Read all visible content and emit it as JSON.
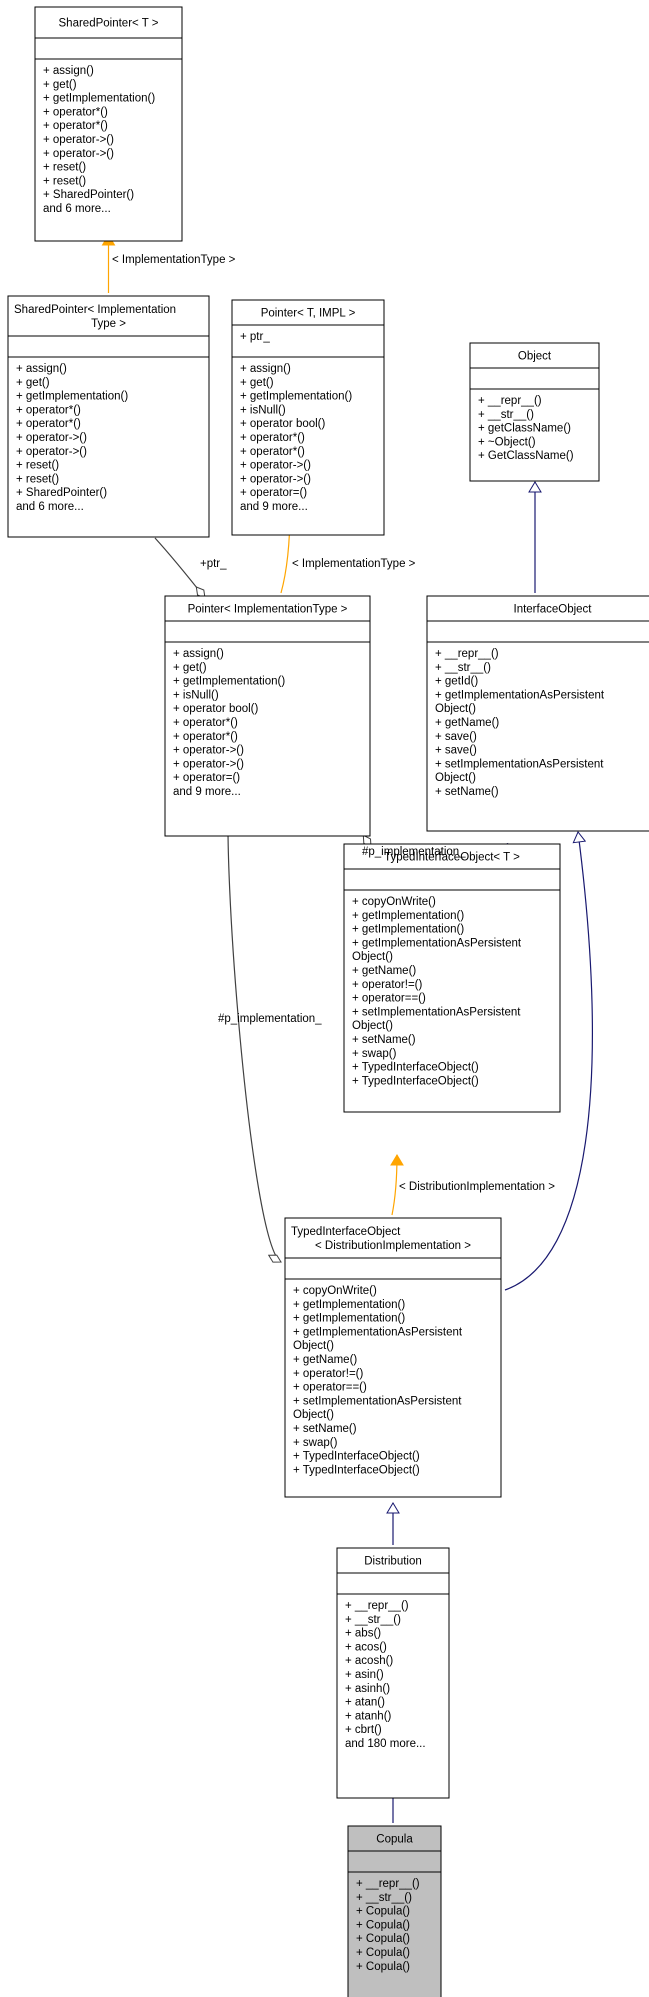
{
  "classes": [
    {
      "id": "sp_t",
      "title": [
        "SharedPointer< T >"
      ],
      "attributes": [],
      "methods": [
        "+ assign()",
        "+ get()",
        "+ getImplementation()",
        "+ operator*()",
        "+ operator*()",
        "+ operator->()",
        "+ operator->()",
        "+ reset()",
        "+ reset()",
        "+ SharedPointer()",
        "and 6 more..."
      ]
    },
    {
      "id": "sp_impl",
      "title": [
        "SharedPointer< Implementation",
        "Type >"
      ],
      "attributes": [],
      "methods": [
        "+ assign()",
        "+ get()",
        "+ getImplementation()",
        "+ operator*()",
        "+ operator*()",
        "+ operator->()",
        "+ operator->()",
        "+ reset()",
        "+ reset()",
        "+ SharedPointer()",
        "and 6 more..."
      ]
    },
    {
      "id": "ptr_t_impl",
      "title": [
        "Pointer< T, IMPL >"
      ],
      "attributes": [
        "+ ptr_"
      ],
      "methods": [
        "+ assign()",
        "+ get()",
        "+ getImplementation()",
        "+ isNull()",
        "+ operator bool()",
        "+ operator*()",
        "+ operator*()",
        "+ operator->()",
        "+ operator->()",
        "+ operator=()",
        "and 9 more..."
      ]
    },
    {
      "id": "object",
      "title": [
        "Object"
      ],
      "attributes": [],
      "methods": [
        "+ __repr__()",
        "+ __str__()",
        "+ getClassName()",
        "+ ~Object()",
        "+ GetClassName()"
      ]
    },
    {
      "id": "ptr_impl",
      "title": [
        "Pointer< ImplementationType >"
      ],
      "attributes": [],
      "methods": [
        "+ assign()",
        "+ get()",
        "+ getImplementation()",
        "+ isNull()",
        "+ operator bool()",
        "+ operator*()",
        "+ operator*()",
        "+ operator->()",
        "+ operator->()",
        "+ operator=()",
        "and 9 more..."
      ]
    },
    {
      "id": "iface",
      "title": [
        "InterfaceObject"
      ],
      "attributes": [],
      "methods": [
        "+ __repr__()",
        "+ __str__()",
        "+ getId()",
        "+ getImplementationAsPersistent",
        "Object()",
        "+ getName()",
        "+ save()",
        "+ save()",
        "+ setImplementationAsPersistent",
        "Object()",
        "+ setName()"
      ]
    },
    {
      "id": "tio_t",
      "title": [
        "TypedInterfaceObject< T >"
      ],
      "attributes": [],
      "methods": [
        "+ copyOnWrite()",
        "+ getImplementation()",
        "+ getImplementation()",
        "+ getImplementationAsPersistent",
        "Object()",
        "+ getName()",
        "+ operator!=()",
        "+ operator==()",
        "+ setImplementationAsPersistent",
        "Object()",
        "+ setName()",
        "+ swap()",
        "+ TypedInterfaceObject()",
        "+ TypedInterfaceObject()"
      ]
    },
    {
      "id": "tio_dist",
      "title": [
        "TypedInterfaceObject",
        "< DistributionImplementation >"
      ],
      "attributes": [],
      "methods": [
        "+ copyOnWrite()",
        "+ getImplementation()",
        "+ getImplementation()",
        "+ getImplementationAsPersistent",
        "Object()",
        "+ getName()",
        "+ operator!=()",
        "+ operator==()",
        "+ setImplementationAsPersistent",
        "Object()",
        "+ setName()",
        "+ swap()",
        "+ TypedInterfaceObject()",
        "+ TypedInterfaceObject()"
      ]
    },
    {
      "id": "distribution",
      "title": [
        "Distribution"
      ],
      "attributes": [],
      "methods": [
        "+ __repr__()",
        "+ __str__()",
        "+ abs()",
        "+ acos()",
        "+ acosh()",
        "+ asin()",
        "+ asinh()",
        "+ atan()",
        "+ atanh()",
        "+ cbrt()",
        "and 180 more..."
      ]
    },
    {
      "id": "copula",
      "title": [
        "Copula"
      ],
      "attributes": [],
      "highlighted": true,
      "methods": [
        "+ __repr__()",
        "+ __str__()",
        "+ Copula()",
        "+ Copula()",
        "+ Copula()",
        "+ Copula()",
        "+ Copula()"
      ]
    }
  ],
  "edges": [
    {
      "id": "e_sp",
      "from": "sp_t",
      "to": "sp_impl",
      "kind": "template",
      "label": "< ImplementationType >"
    },
    {
      "id": "e_ptr_tmpl",
      "from": "ptr_t_impl",
      "to": "ptr_impl",
      "kind": "template",
      "label": "< ImplementationType >"
    },
    {
      "id": "e_ptr_member",
      "from": "sp_impl",
      "to": "ptr_impl",
      "kind": "member",
      "label": "+ptr_"
    },
    {
      "id": "e_obj",
      "from": "object",
      "to": "iface",
      "kind": "inherit",
      "label": ""
    },
    {
      "id": "e_pimpl1",
      "from": "ptr_impl",
      "to": "tio_t",
      "kind": "member",
      "label": "#p_implementation_"
    },
    {
      "id": "e_iface_tio_t",
      "from": "iface",
      "to": "tio_t",
      "kind": "inherit",
      "label": ""
    },
    {
      "id": "e_pimpl2",
      "from": "ptr_impl",
      "to": "tio_dist",
      "kind": "member",
      "label": "#p_implementation_"
    },
    {
      "id": "e_iface_tio_dist",
      "from": "iface",
      "to": "tio_dist",
      "kind": "inherit",
      "label": ""
    },
    {
      "id": "e_tio_tmpl",
      "from": "tio_t",
      "to": "tio_dist",
      "kind": "template",
      "label": "< DistributionImplementation >"
    },
    {
      "id": "e_dist",
      "from": "tio_dist",
      "to": "distribution",
      "kind": "inherit",
      "label": ""
    },
    {
      "id": "e_copula",
      "from": "distribution",
      "to": "copula",
      "kind": "inherit",
      "label": ""
    }
  ],
  "colors": {
    "inherit": "#191970",
    "template": "#ffa500",
    "member": "#404040",
    "highlight_fill": "#bfbfbf"
  }
}
